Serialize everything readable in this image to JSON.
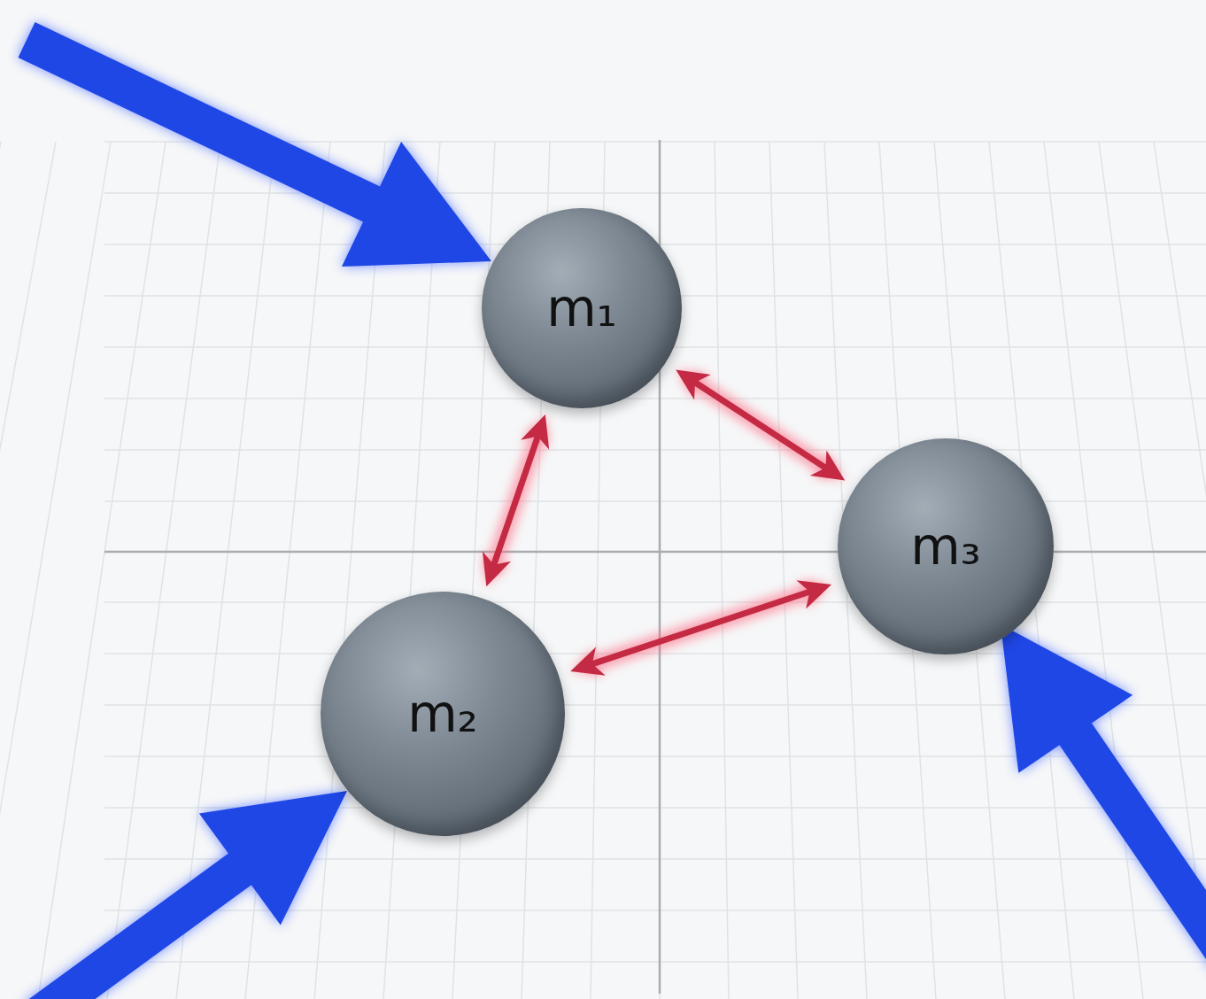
{
  "diagram": {
    "nodes": [
      {
        "text": [
          "m₁"
        ]
      },
      {
        "text": [
          "m₂"
        ]
      },
      {
        "text": [
          "m₃"
        ]
      }
    ],
    "edges": [
      {
        "from": 0,
        "to": 1,
        "arrow": "both"
      },
      {
        "from": 0,
        "to": 2,
        "arrow": "both"
      },
      {
        "from": 1,
        "to": 2,
        "arrow": "both"
      }
    ]
  }
}
